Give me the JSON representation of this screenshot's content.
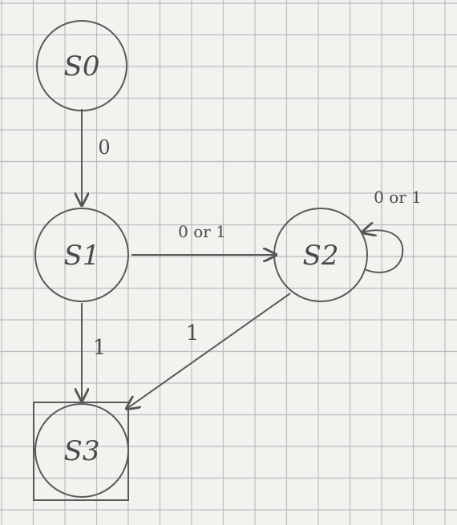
{
  "diagram": {
    "states": [
      {
        "id": "s0",
        "label": "S0"
      },
      {
        "id": "s1",
        "label": "S1"
      },
      {
        "id": "s2",
        "label": "S2"
      },
      {
        "id": "s3",
        "label": "S3",
        "accepting": true
      }
    ],
    "transitions": [
      {
        "from": "s0",
        "to": "s1",
        "label": "0"
      },
      {
        "from": "s1",
        "to": "s2",
        "label": "0 or 1"
      },
      {
        "from": "s2",
        "to": "s2",
        "label": "0 or 1"
      },
      {
        "from": "s1",
        "to": "s3",
        "label": "1"
      },
      {
        "from": "s2",
        "to": "s3",
        "label": "1"
      }
    ]
  },
  "colors": {
    "paper": "#f2f2ef",
    "grid": "#b9bdc2",
    "ink": "#5a5a5a"
  }
}
